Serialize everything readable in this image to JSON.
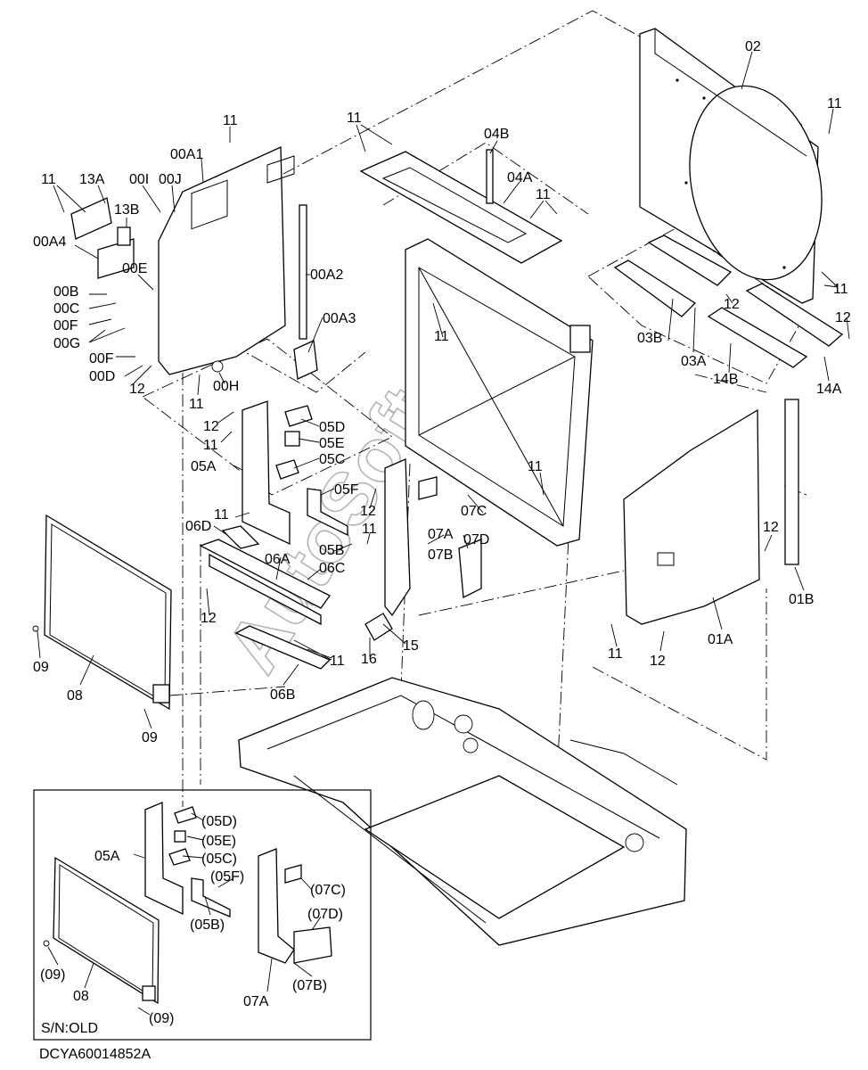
{
  "diagram": {
    "drawing_code": "DCYA60014852A",
    "watermark": "AutoSoft",
    "inset": {
      "caption": "S/N:OLD"
    },
    "callouts": {
      "c02": "02",
      "c11a": "11",
      "c11b": "11",
      "c11c": "11",
      "c11d": "11",
      "c11e": "11",
      "c11f": "11",
      "c11g": "11",
      "c11h": "11",
      "c11i": "11",
      "c11j": "11",
      "c11k": "11",
      "c11l": "11",
      "c11m": "11",
      "c11n": "11",
      "c04B": "04B",
      "c04A": "04A",
      "c00A1": "00A1",
      "c13A": "13A",
      "c00I": "00I",
      "c00J": "00J",
      "c13B": "13B",
      "c00A4": "00A4",
      "c00E": "00E",
      "c00B": "00B",
      "c00C": "00C",
      "c00F1": "00F",
      "c00G": "00G",
      "c00F2": "00F",
      "c00D": "00D",
      "c00A2": "00A2",
      "c00A3": "00A3",
      "c00H": "00H",
      "c12a": "12",
      "c12b": "12",
      "c12c": "12",
      "c12d": "12",
      "c12e": "12",
      "c12f": "12",
      "c12g": "12",
      "c12h": "12",
      "c03B": "03B",
      "c03A": "03A",
      "c14B": "14B",
      "c14A": "14A",
      "c05D": "05D",
      "c05E": "05E",
      "c05C": "05C",
      "c05A": "05A",
      "c05F": "05F",
      "c05B": "05B",
      "c06D": "06D",
      "c06A": "06A",
      "c06C": "06C",
      "c06B": "06B",
      "c07C": "07C",
      "c07A": "07A",
      "c07B": "07B",
      "c07D": "07D",
      "c15": "15",
      "c16": "16",
      "c09a": "09",
      "c09b": "09",
      "c08": "08",
      "c01A": "01A",
      "c01B": "01B",
      "i05D": "(05D)",
      "i05E": "(05E)",
      "i05A": "05A",
      "i05C": "(05C)",
      "i05F": "(05F)",
      "i05B": "(05B)",
      "i07C": "(07C)",
      "i07D": "(07D)",
      "i09a": "(09)",
      "i08": "08",
      "i07B": "(07B)",
      "i07A": "07A",
      "i09b": "(09)"
    }
  }
}
